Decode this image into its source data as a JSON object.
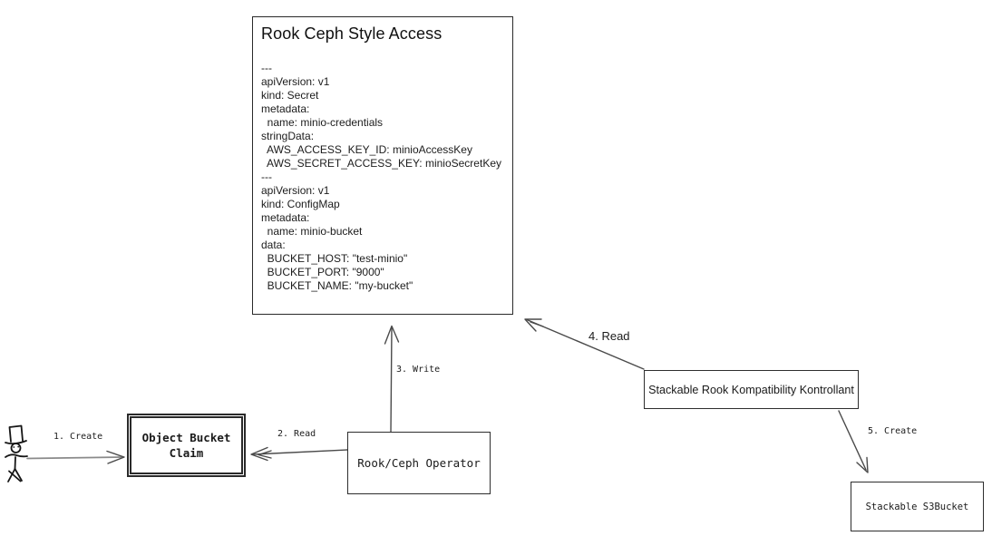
{
  "diagram": {
    "kind": "flow-diagram",
    "colors": {
      "ink": "#1c1c1c",
      "border": "#2a2a2a",
      "arrow": "#4a4a4a",
      "background": "#ffffff"
    },
    "nodes": {
      "rook_ceph_style_access": {
        "title": "Rook Ceph Style Access",
        "yaml": "---\napiVersion: v1\nkind: Secret\nmetadata:\n  name: minio-credentials\nstringData:\n  AWS_ACCESS_KEY_ID: minioAccessKey\n  AWS_SECRET_ACCESS_KEY: minioSecretKey\n---\napiVersion: v1\nkind: ConfigMap\nmetadata:\n  name: minio-bucket\ndata:\n  BUCKET_HOST: \"test-minio\"\n  BUCKET_PORT: \"9000\"\n  BUCKET_NAME: \"my-bucket\""
      },
      "object_bucket_claim": {
        "label": "Object Bucket Claim"
      },
      "rook_ceph_operator": {
        "label": "Rook/Ceph Operator"
      },
      "stackable_rook_kompatibility_kontrollant": {
        "label": "Stackable Rook Kompatibility Kontrollant"
      },
      "stackable_s3bucket": {
        "label": "Stackable S3Bucket"
      }
    },
    "actor": {
      "name": "user",
      "depiction": "stick figure with top hat"
    },
    "edges": [
      {
        "label": "1. Create",
        "from": "user",
        "to": "object_bucket_claim"
      },
      {
        "label": "2. Read",
        "from": "rook_ceph_operator",
        "to": "object_bucket_claim"
      },
      {
        "label": "3. Write",
        "from": "rook_ceph_operator",
        "to": "rook_ceph_style_access"
      },
      {
        "label": "4. Read",
        "from": "stackable_rook_kompatibility_kontrollant",
        "to": "rook_ceph_style_access"
      },
      {
        "label": "5. Create",
        "from": "stackable_rook_kompatibility_kontrollant",
        "to": "stackable_s3bucket"
      }
    ]
  }
}
